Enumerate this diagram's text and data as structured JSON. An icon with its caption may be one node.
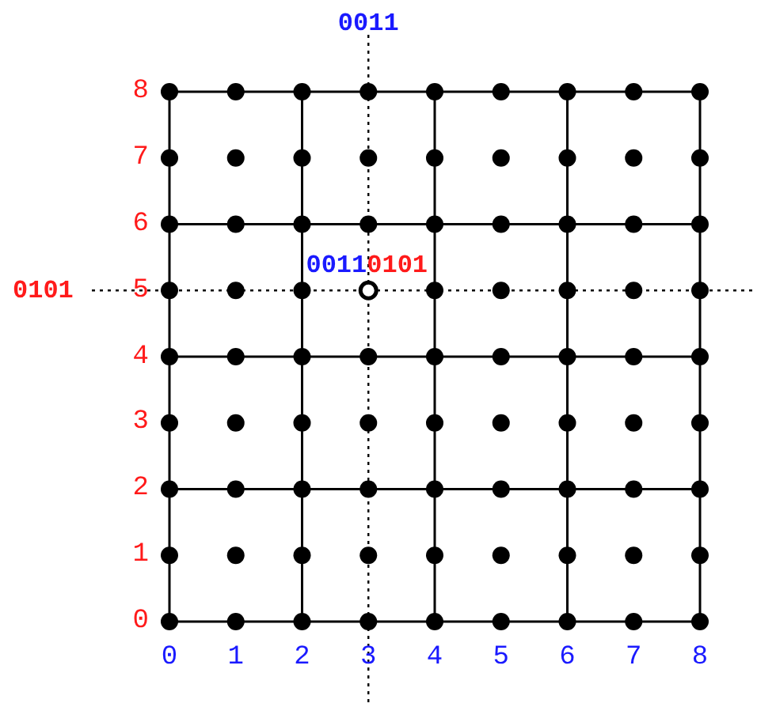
{
  "diagram": {
    "labels": [
      "0011",
      "8",
      "7",
      "6",
      "0011",
      "0101",
      "0101",
      "5",
      "4",
      "3",
      "2",
      "1",
      "0",
      "0",
      "1",
      "2",
      "3",
      "4",
      "5",
      "6",
      "7",
      "8"
    ]
  }
}
